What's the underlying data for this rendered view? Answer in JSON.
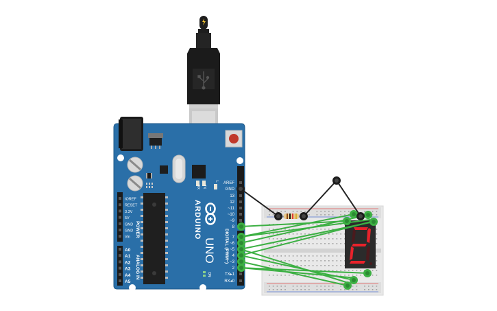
{
  "board": {
    "brand": "ARDUINO",
    "model": "UNO",
    "digital_header": "DIGITAL (PWM~)",
    "power_header": "POWER",
    "analog_header": "ANALOG IN",
    "on_label": "ON",
    "tx_label": "TX",
    "rx_label": "RX",
    "l_label": "L",
    "power_pins": [
      "IOREF",
      "RESET",
      "3.3V",
      "5V",
      "GND",
      "GND",
      "Vin"
    ],
    "analog_pins": [
      "A0",
      "A1",
      "A2",
      "A3",
      "A4",
      "A5"
    ],
    "digital_top": [
      "AREF",
      "GND",
      "13",
      "12",
      "~11",
      "~10",
      "~9",
      "8"
    ],
    "digital_bottom": [
      "7",
      "~6",
      "~5",
      "4",
      "~3",
      "2",
      "TX▸1",
      "RX◂0"
    ],
    "color": "#2a6fa8"
  },
  "display": {
    "digit": "2",
    "segment_on_color": "#e8222b",
    "segment_off_color": "#4a1a1d",
    "body_color": "#2b2b2b"
  },
  "wire_color": "#3cb043",
  "usb_icon": "usb-icon",
  "power_icon": "lightning-icon"
}
